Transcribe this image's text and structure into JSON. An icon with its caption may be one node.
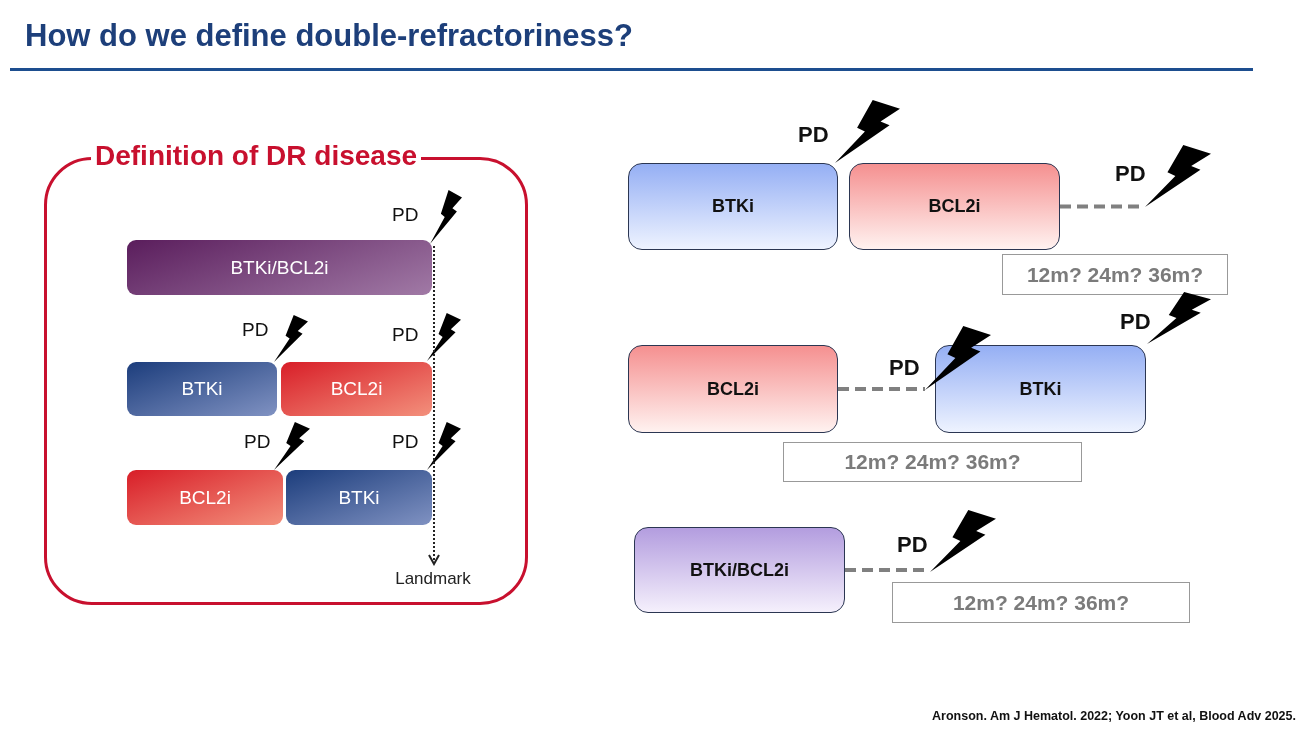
{
  "diagram": {
    "title": "How do we define double-refractoriness?",
    "nodes": [
      {
        "text": [
          "Definition of DR disease"
        ]
      },
      {
        "text": [
          "BTKi/BCL2i"
        ],
        "in": 0
      },
      {
        "text": [
          "BTKi"
        ],
        "in": 0
      },
      {
        "text": [
          "BCL2i"
        ],
        "in": 0
      },
      {
        "text": [
          "BCL2i"
        ],
        "in": 0
      },
      {
        "text": [
          "BTKi"
        ],
        "in": 0
      },
      {
        "text": [
          "Landmark"
        ],
        "in": 0
      },
      {
        "text": [
          "BTKi"
        ]
      },
      {
        "text": [
          "BCL2i"
        ]
      },
      {
        "text": [
          "12m? 24m? 36m?"
        ]
      },
      {
        "text": [
          "BCL2i"
        ]
      },
      {
        "text": [
          "BTKi"
        ]
      },
      {
        "text": [
          "12m? 24m? 36m?"
        ]
      },
      {
        "text": [
          "BTKi/BCL2i"
        ]
      },
      {
        "text": [
          "12m? 24m? 36m?"
        ]
      },
      {
        "text": [],
        "shape": "lightning",
        "beside": [
          "PD"
        ],
        "in": 0
      },
      {
        "text": [],
        "shape": "lightning",
        "beside": [
          "PD"
        ],
        "in": 0
      },
      {
        "text": [],
        "shape": "lightning",
        "beside": [
          "PD"
        ],
        "in": 0
      },
      {
        "text": [],
        "shape": "lightning",
        "beside": [
          "PD"
        ],
        "in": 0
      },
      {
        "text": [],
        "shape": "lightning",
        "beside": [
          "PD"
        ],
        "in": 0
      },
      {
        "text": [],
        "shape": "lightning",
        "beside": [
          "PD"
        ]
      },
      {
        "text": [],
        "shape": "lightning",
        "beside": [
          "PD"
        ]
      },
      {
        "text": [],
        "shape": "lightning",
        "beside": [
          "PD"
        ]
      },
      {
        "text": [],
        "shape": "lightning",
        "beside": [
          "PD"
        ]
      },
      {
        "text": [],
        "shape": "lightning",
        "beside": [
          "PD"
        ]
      }
    ],
    "edges": [
      {
        "from": 15,
        "to": 6,
        "arrow": "to",
        "style": "dashed",
        "color": "#222222"
      },
      {
        "from": 8,
        "to": 21,
        "arrow": "none",
        "style": "dashed"
      },
      {
        "from": 10,
        "to": 22,
        "arrow": "none",
        "style": "dashed"
      },
      {
        "from": 13,
        "to": 24,
        "arrow": "none",
        "style": "dashed"
      }
    ],
    "caption": "Aronson.  Am J Hematol. 2022; Yoon JT et al, Blood Adv 2025."
  }
}
